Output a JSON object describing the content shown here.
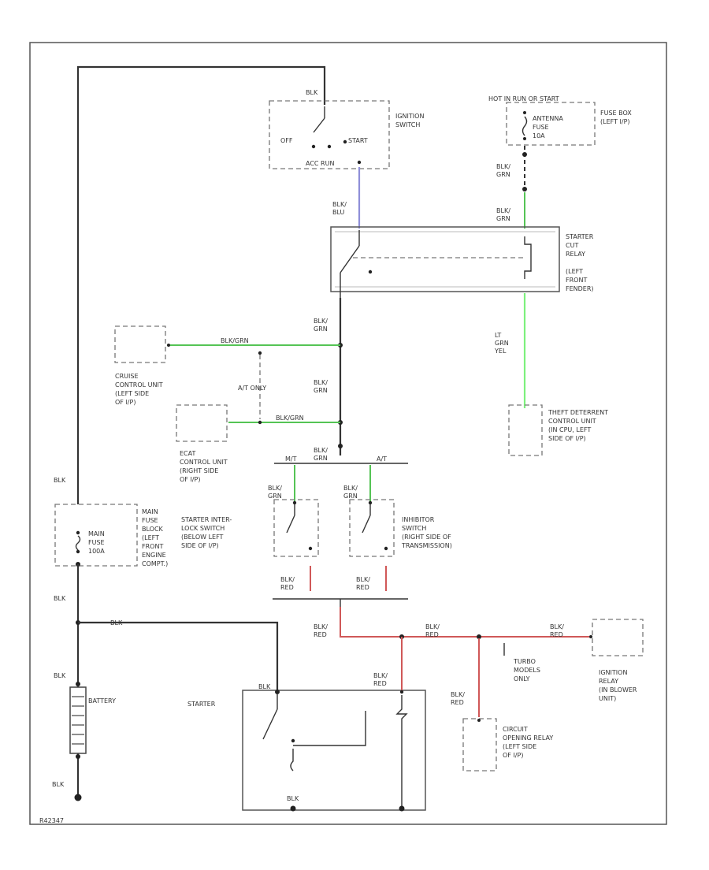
{
  "colors": {
    "wire": "#333333",
    "blue_wire": "#8f8fd8",
    "green_wire": "#55c455",
    "light_green_wire": "#7df07d",
    "red_wire": "#d05858"
  },
  "components": {
    "ignition_switch": [
      "IGNITION",
      "SWITCH"
    ],
    "ignition_positions": {
      "off": "OFF",
      "start": "START",
      "acc_run": "ACC  RUN"
    },
    "fuse_box": [
      "FUSE BOX",
      "(LEFT I/P)"
    ],
    "hot": "HOT IN RUN OR START",
    "antenna_fuse": [
      "ANTENNA",
      "FUSE",
      "10A"
    ],
    "starter_cut_relay": [
      "STARTER",
      "CUT",
      "RELAY",
      "(LEFT",
      "FRONT",
      "FENDER)"
    ],
    "cruise_control_unit": [
      "CRUISE",
      "CONTROL UNIT",
      "(LEFT SIDE",
      "OF I/P)"
    ],
    "at_only": "A/T ONLY",
    "ecat_control_unit": [
      "ECAT",
      "CONTROL UNIT",
      "(RIGHT SIDE",
      "OF I/P)"
    ],
    "theft_deterrent": [
      "THEFT DETERRENT",
      "CONTROL UNIT",
      "(IN CPU, LEFT",
      "SIDE OF I/P)"
    ],
    "mt": "M/T",
    "at": "A/T",
    "starter_interlock": [
      "STARTER INTER-",
      "LOCK SWITCH",
      "(BELOW LEFT",
      "SIDE OF I/P)"
    ],
    "inhibitor_switch": [
      "INHIBITOR",
      "SWITCH",
      "(RIGHT SIDE OF",
      "TRANSMISSION)"
    ],
    "main_fuse_block": [
      "MAIN",
      "FUSE",
      "BLOCK",
      "(LEFT",
      "FRONT",
      "ENGINE",
      "COMPT.)"
    ],
    "main_fuse": [
      "MAIN",
      "FUSE",
      "100A"
    ],
    "battery": "BATTERY",
    "starter": "STARTER",
    "turbo_models": [
      "TURBO",
      "MODELS",
      "ONLY"
    ],
    "ignition_relay": [
      "IGNITION",
      "RELAY",
      "(IN BLOWER",
      "UNIT)"
    ],
    "circuit_opening_relay": [
      "CIRCUIT",
      "OPENING RELAY",
      "(LEFT SIDE",
      "OF I/P)"
    ],
    "ground": "BLK",
    "diagram_id": "R42347"
  },
  "wires": {
    "blk_top": "BLK",
    "blk_blu": [
      "BLK/",
      "BLU"
    ],
    "blk_grn_fuse": [
      "BLK/",
      "GRN"
    ],
    "blk_grn_relay": [
      "BLK/",
      "GRN"
    ],
    "blk_grn_mid": [
      "BLK/",
      "GRN"
    ],
    "blk_grn_lower": [
      "BLK/",
      "GRN"
    ],
    "blk_grn_bus": [
      "BLK/",
      "GRN"
    ],
    "blk_grn_cruise": "BLK/GRN",
    "blk_grn_ecat": "BLK/GRN",
    "lt_grn_yel": [
      "LT",
      "GRN",
      "YEL"
    ],
    "blk_grn_mt": [
      "BLK/",
      "GRN"
    ],
    "blk_grn_at": [
      "BLK/",
      "GRN"
    ],
    "blk_red_mt": [
      "BLK/",
      "RED"
    ],
    "blk_red_at": [
      "BLK/",
      "RED"
    ],
    "blk_left": "BLK",
    "blk_left_lower": "BLK",
    "blk_battery_top": "BLK",
    "blk_starter_run": "BLK",
    "blk_starter": "BLK",
    "blk_red_main": [
      "BLK/",
      "RED"
    ],
    "blk_red_mid": [
      "BLK/",
      "RED"
    ],
    "blk_red_right": [
      "BLK/",
      "RED"
    ],
    "blk_red_starter": [
      "BLK/",
      "RED"
    ],
    "blk_red_circuit": [
      "BLK/",
      "RED"
    ],
    "ground_blk": "BLK"
  }
}
